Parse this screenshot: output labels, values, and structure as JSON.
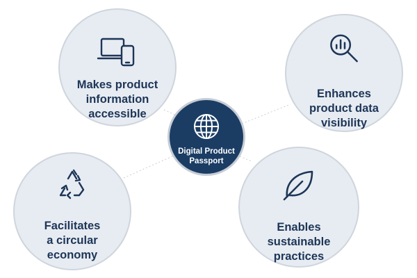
{
  "center": {
    "label": "Digital Product\nPassport",
    "icon": "globe-icon"
  },
  "benefits": [
    {
      "id": "accessible",
      "label": "Makes product\ninformation\naccessible",
      "icon": "devices-icon"
    },
    {
      "id": "visibility",
      "label": "Enhances\nproduct data\nvisibility",
      "icon": "magnifier-chart-icon"
    },
    {
      "id": "circular",
      "label": "Facilitates\na circular\neconomy",
      "icon": "recycle-icon"
    },
    {
      "id": "sustainable",
      "label": "Enables\nsustainable\npractices",
      "icon": "leaf-icon"
    }
  ],
  "colors": {
    "navy": "#1b3d64",
    "text": "#1d3557",
    "bubble_fill": "#e7ecf2",
    "bubble_border": "#cfd5dd",
    "connector": "#c9cdd3"
  }
}
